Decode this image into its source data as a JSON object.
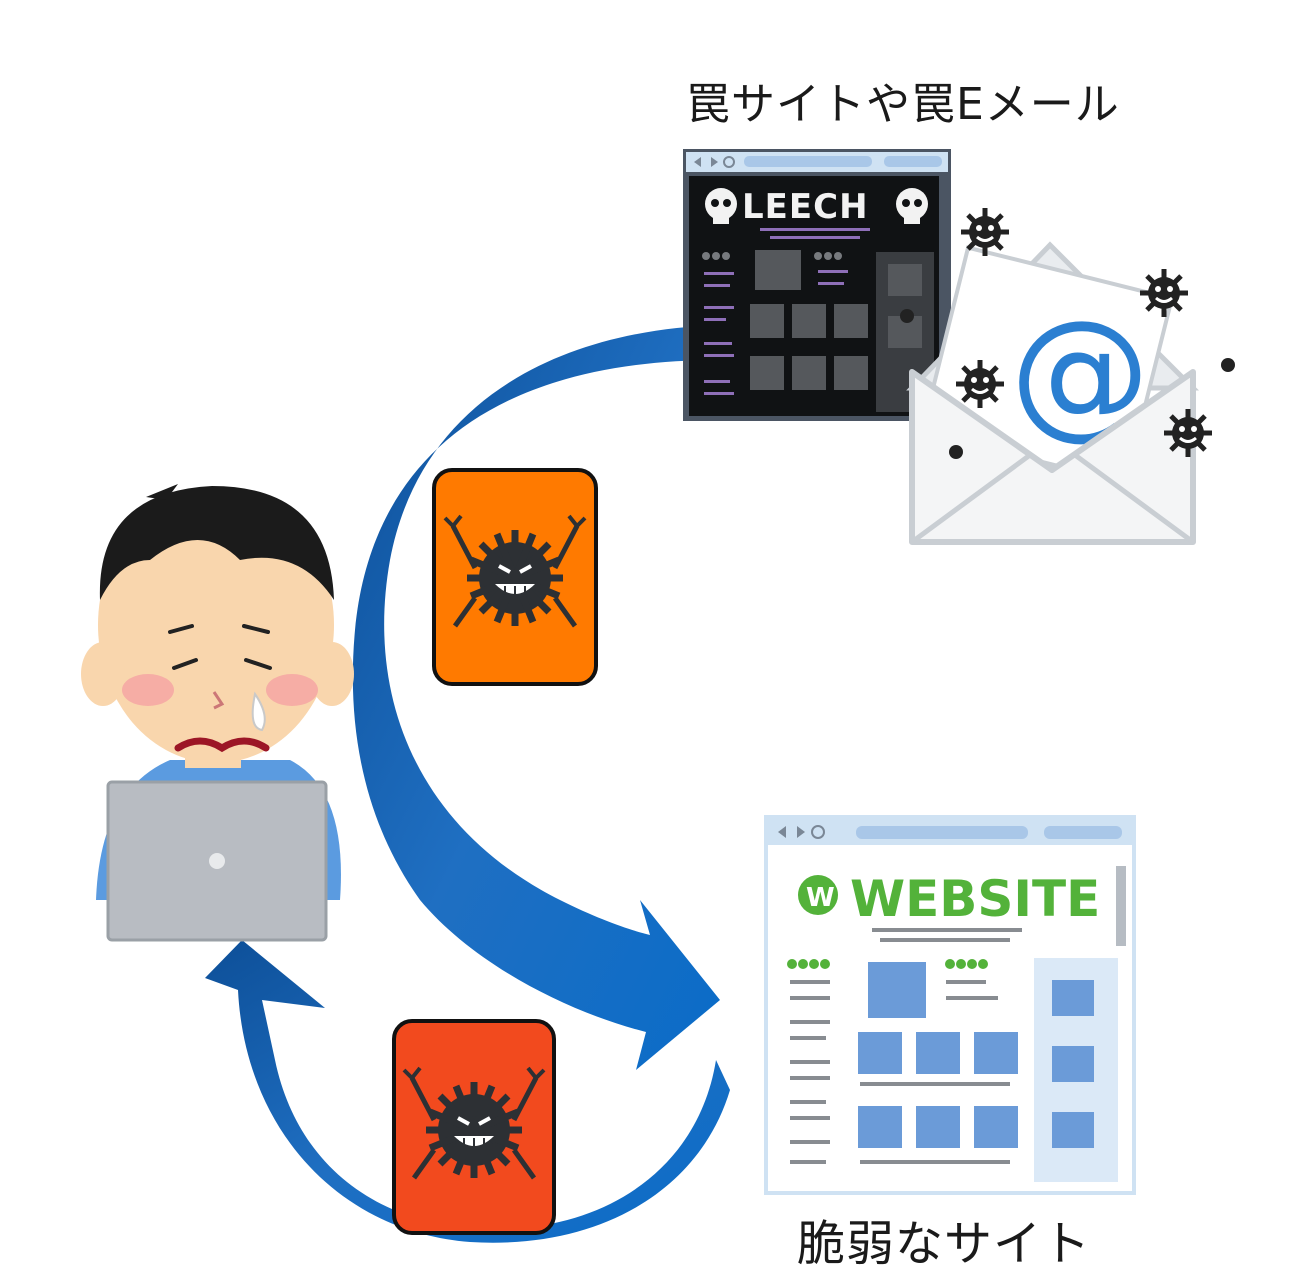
{
  "labels": {
    "trap": "罠サイトや罠Eメール",
    "vulnerable": "脆弱なサイト"
  },
  "trap_site": {
    "logo_text": "LEECH"
  },
  "website": {
    "logo_text": "WEBSITE",
    "logo_badge": "W"
  },
  "email": {
    "symbol": "@"
  },
  "colors": {
    "arrow_blue": "#1f6fc2",
    "card_orange": "#ff7a00",
    "card_red": "#f24a1e",
    "website_green": "#53b23a",
    "trap_dark": "#111111",
    "skin": "#f9d6ad",
    "laptop": "#b8bcc2"
  },
  "icons": [
    "user-icon",
    "laptop-icon",
    "virus-icon",
    "email-icon",
    "skull-icon",
    "browser-icon"
  ]
}
